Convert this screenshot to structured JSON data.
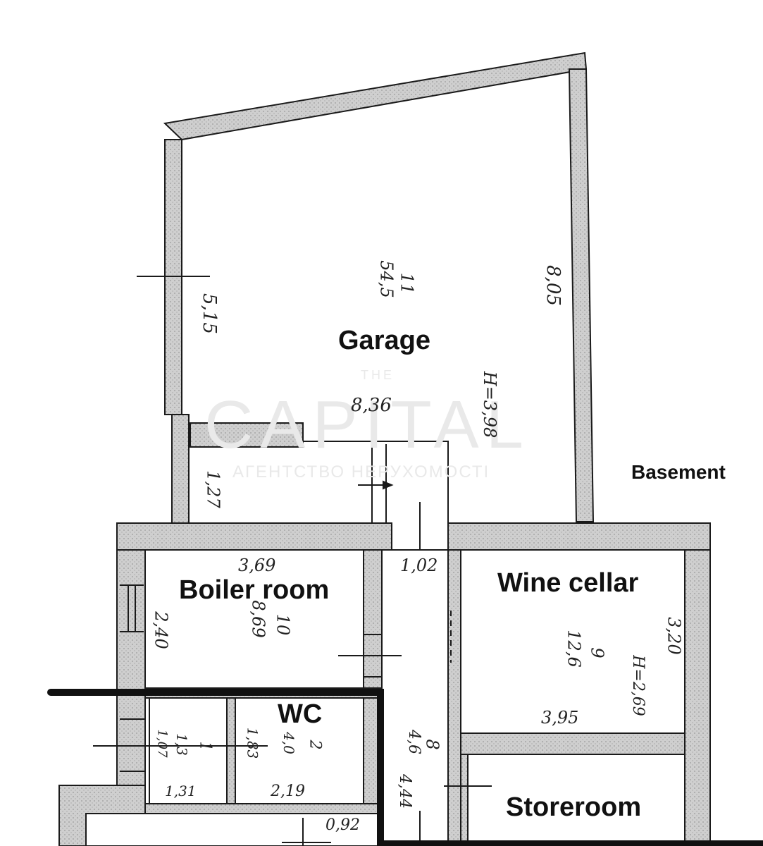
{
  "rooms": {
    "garage": "Garage",
    "basement": "Basement",
    "boiler_room": "Boiler room",
    "wine_cellar": "Wine cellar",
    "wc": "WC",
    "storeroom": "Storeroom"
  },
  "dimensions": {
    "garage_width": "8,36",
    "garage_left_wall": "5,15",
    "garage_right_wall": "8,05",
    "garage_height": "H=3,98",
    "garage_area": "54,5",
    "garage_num": "11",
    "garage_notch": "1,27",
    "boiler_width": "3,69",
    "boiler_height": "2,40",
    "boiler_area": "8,69",
    "boiler_num": "10",
    "corridor_width": "1,02",
    "corridor_length": "4,44",
    "corridor_area": "4,6",
    "corridor_num": "8",
    "wine_width": "3,95",
    "wine_height": "3,20",
    "wine_area": "12,6",
    "wine_num": "9",
    "wine_ceiling": "H=2,69",
    "room1_area": "1,3",
    "room1_num": "1",
    "room1_side": "1,31",
    "room1_height": "1,07",
    "wc_area": "4,0",
    "wc_num": "2",
    "wc_side": "1,83",
    "wc_width": "2,19",
    "bottom_dim": "0,92"
  },
  "watermark": {
    "line1": "THE",
    "line2": "CAPITAL",
    "line3": "АГЕНТСТВО НЕРУХОМОСТІ"
  },
  "colors": {
    "wall": "#c9c9c9",
    "line": "#1a1a1a",
    "thick_line": "#111111"
  }
}
